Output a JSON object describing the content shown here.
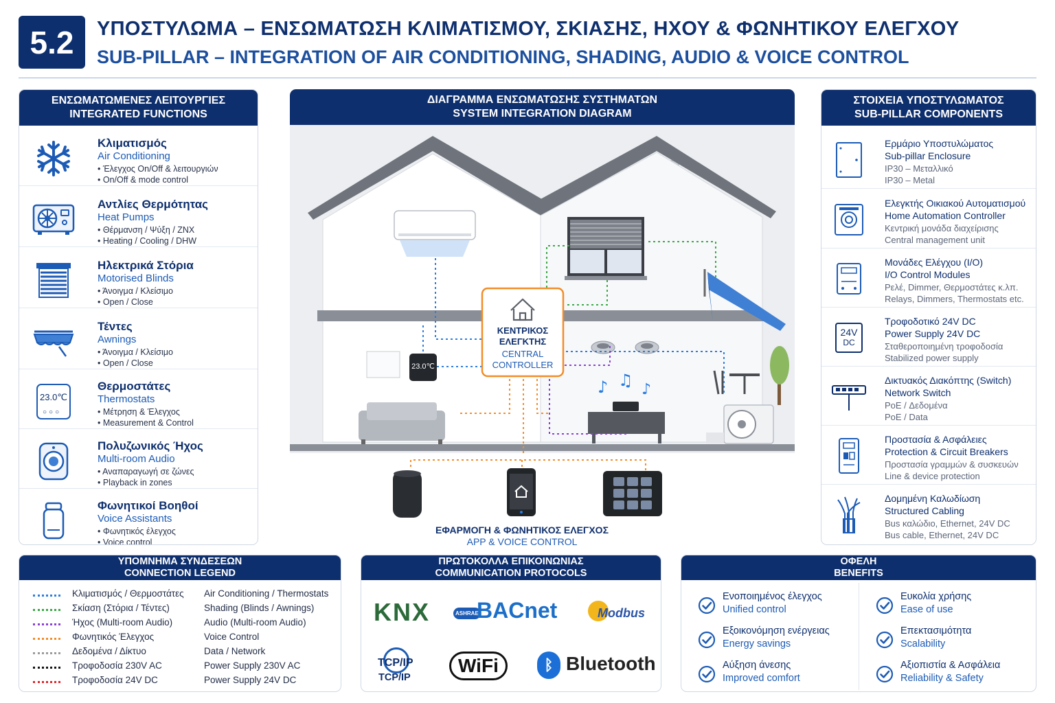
{
  "header": {
    "badge": "5.2",
    "title_gr": "ΥΠΟΣΤΥΛΩΜΑ – ΕΝΣΩΜΑΤΩΣΗ ΚΛΙΜΑΤΙΣΜΟΥ, ΣΚΙΑΣΗΣ, ΗΧΟΥ & ΦΩΝΗΤΙΚΟΥ ΕΛΕΓΧΟΥ",
    "title_en": "SUB-PILLAR – INTEGRATION OF AIR CONDITIONING, SHADING, AUDIO & VOICE CONTROL"
  },
  "functions": {
    "head_gr": "ΕΝΣΩΜΑΤΩΜΕΝΕΣ ΛΕΙΤΟΥΡΓΙΕΣ",
    "head_en": "INTEGRATED FUNCTIONS",
    "items": [
      {
        "icon": "snowflake-icon",
        "gr": "Κλιματισμός",
        "en": "Air Conditioning",
        "b1": "• Έλεγχος On/Off & λειτουργιών",
        "b2": "• On/Off & mode control"
      },
      {
        "icon": "heat-pump-icon",
        "gr": "Αντλίες Θερμότητας",
        "en": "Heat Pumps",
        "b1": "• Θέρμανση / Ψύξη / ΖΝΧ",
        "b2": "• Heating / Cooling / DHW"
      },
      {
        "icon": "blinds-icon",
        "gr": "Ηλεκτρικά Στόρια",
        "en": "Motorised Blinds",
        "b1": "• Άνοιγμα / Κλείσιμο",
        "b2": "• Open / Close"
      },
      {
        "icon": "awning-icon",
        "gr": "Τέντες",
        "en": "Awnings",
        "b1": "• Άνοιγμα / Κλείσιμο",
        "b2": "• Open / Close"
      },
      {
        "icon": "thermostat-icon",
        "gr": "Θερμοστάτες",
        "en": "Thermostats",
        "b1": "• Μέτρηση & Έλεγχος",
        "b2": "• Measurement & Control",
        "display": "23.0℃"
      },
      {
        "icon": "speaker-icon",
        "gr": "Πολυζωνικός Ήχος",
        "en": "Multi-room Audio",
        "b1": "• Αναπαραγωγή σε ζώνες",
        "b2": "• Playback in zones"
      },
      {
        "icon": "voice-assistant-icon",
        "gr": "Φωνητικοί Βοηθοί",
        "en": "Voice Assistants",
        "b1": "• Φωνητικός έλεγχος",
        "b2": "• Voice control"
      }
    ]
  },
  "diagram": {
    "head_gr": "ΔΙΑΓΡΑΜΜΑ ΕΝΣΩΜΑΤΩΣΗΣ ΣΥΣΤΗΜΑΤΩΝ",
    "head_en": "SYSTEM INTEGRATION DIAGRAM",
    "controller_gr1": "ΚΕΝΤΡΙΚΟΣ",
    "controller_gr2": "ΕΛΕΓΚΤΗΣ",
    "controller_en1": "CENTRAL",
    "controller_en2": "CONTROLLER",
    "thermostat_display": "23.0℃",
    "app_gr": "ΕΦΑΡΜΟΓΗ & ΦΩΝΗΤΙΚΟΣ ΕΛΕΓΧΟΣ",
    "app_en": "APP & VOICE CONTROL"
  },
  "components": {
    "head_gr": "ΣΤΟΙΧΕΙΑ ΥΠΟΣΤΥΛΩΜΑΤΟΣ",
    "head_en": "SUB-PILLAR COMPONENTS",
    "items": [
      {
        "icon": "enclosure-icon",
        "gr": "Ερμάριο Υποστυλώματος",
        "en": "Sub-pillar Enclosure",
        "s1": "IP30 – Μεταλλικό",
        "s2": "IP30 – Metal"
      },
      {
        "icon": "controller-icon",
        "gr": "Ελεγκτής Οικιακού Αυτοματισμού",
        "en": "Home Automation Controller",
        "s1": "Κεντρική μονάδα διαχείρισης",
        "s2": "Central management unit"
      },
      {
        "icon": "io-module-icon",
        "gr": "Μονάδες Ελέγχου (I/O)",
        "en": "I/O Control Modules",
        "s1": "Ρελέ, Dimmer, Θερμοστάτες κ.λπ.",
        "s2": "Relays, Dimmers, Thermostats etc."
      },
      {
        "icon": "power-supply-icon",
        "gr": "Τροφοδοτικό 24V DC",
        "en": "Power Supply 24V DC",
        "s1": "Σταθεροποιημένη τροφοδοσία",
        "s2": "Stabilized power supply",
        "label1": "24V",
        "label2": "DC"
      },
      {
        "icon": "network-switch-icon",
        "gr": "Δικτυακός Διακόπτης (Switch)",
        "en": "Network Switch",
        "s1": "PoE / Δεδομένα",
        "s2": "PoE / Data"
      },
      {
        "icon": "breaker-icon",
        "gr": "Προστασία & Ασφάλειες",
        "en": "Protection & Circuit Breakers",
        "s1": "Προστασία γραμμών & συσκευών",
        "s2": "Line & device protection"
      },
      {
        "icon": "cable-icon",
        "gr": "Δομημένη Καλωδίωση",
        "en": "Structured Cabling",
        "s1": "Bus καλώδιο, Ethernet, 24V DC",
        "s2": "Bus cable, Ethernet, 24V DC"
      }
    ]
  },
  "legend": {
    "head_gr": "ΥΠΟΜΝΗΜΑ ΣΥΝΔΕΣΕΩΝ",
    "head_en": "CONNECTION LEGEND",
    "items": [
      {
        "color": "#2a7de1",
        "gr": "Κλιματισμός / Θερμοστάτες",
        "en": "Air Conditioning / Thermostats"
      },
      {
        "color": "#3aa845",
        "gr": "Σκίαση (Στόρια / Τέντες)",
        "en": "Shading (Blinds / Awnings)"
      },
      {
        "color": "#8a3fd1",
        "gr": "Ήχος (Multi-room Audio)",
        "en": "Audio (Multi-room Audio)"
      },
      {
        "color": "#f28c28",
        "gr": "Φωνητικός Έλεγχος",
        "en": "Voice Control"
      },
      {
        "color": "#9a9a9a",
        "gr": "Δεδομένα / Δίκτυο",
        "en": "Data / Network"
      },
      {
        "color": "#111111",
        "gr": "Τροφοδοσία 230V AC",
        "en": "Power Supply 230V AC"
      },
      {
        "color": "#e0262b",
        "gr": "Τροφοδοσία 24V DC",
        "en": "Power Supply 24V DC"
      }
    ]
  },
  "protocols": {
    "head_gr": "ΠΡΩΤΟΚΟΛΛΑ ΕΠΙΚΟΙΝΩΝΙΑΣ",
    "head_en": "COMMUNICATION PROTOCOLS",
    "knx": "KNX",
    "ashrae": "ASHRAE",
    "bacnet": "BACnet",
    "modbus": "Modbus",
    "tcpip_logo": "TCP/IP",
    "tcpip": "TCP/IP",
    "wifi": "WiFi",
    "bluetooth": "Bluetooth"
  },
  "benefits": {
    "head_gr": "ΟΦΕΛΗ",
    "head_en": "BENEFITS",
    "items": [
      {
        "gr": "Ενοποιημένος έλεγχος",
        "en": "Unified control"
      },
      {
        "gr": "Ευκολία χρήσης",
        "en": "Ease of use"
      },
      {
        "gr": "Εξοικονόμηση ενέργειας",
        "en": "Energy savings"
      },
      {
        "gr": "Επεκτασιμότητα",
        "en": "Scalability"
      },
      {
        "gr": "Αύξηση άνεσης",
        "en": "Improved comfort"
      },
      {
        "gr": "Αξιοπιστία & Ασφάλεια",
        "en": "Reliability & Safety"
      }
    ]
  },
  "colors": {
    "navy": "#0e2f6d",
    "accent": "#1c5bb5",
    "controller_border": "#f28c28"
  }
}
